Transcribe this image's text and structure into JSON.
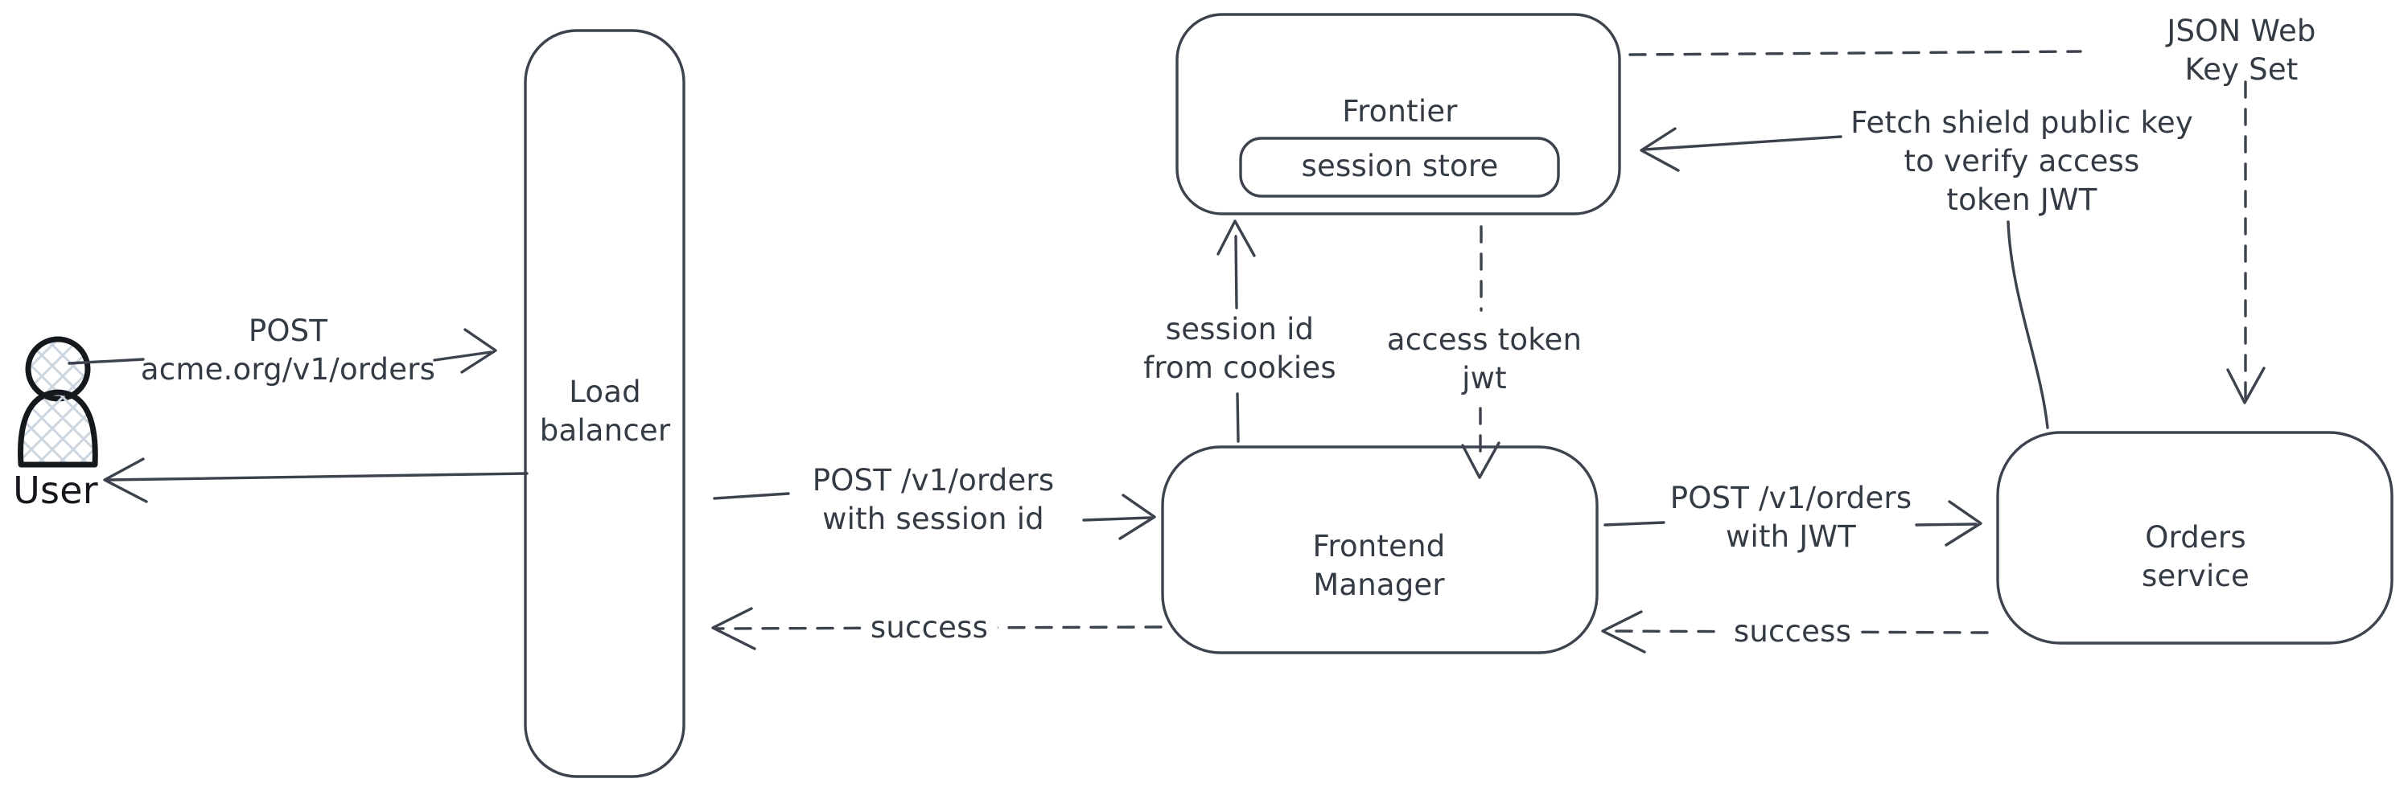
{
  "diagram": {
    "kind": "hand-drawn architecture / sequence diagram",
    "background": "#ffffff"
  },
  "colors": {
    "stroke": "#3c434e",
    "text": "#343b45",
    "user_icon_stroke": "#15181d",
    "user_icon_hatch": "#ccd6e1"
  },
  "nodes": {
    "user": {
      "label": "User"
    },
    "load_balancer": {
      "label": "Load\nbalancer"
    },
    "frontier": {
      "label": "Frontier"
    },
    "session_store": {
      "label": "session store"
    },
    "frontend_manager": {
      "label": "Frontend\nManager"
    },
    "orders_service": {
      "label": "Orders service"
    }
  },
  "edges": {
    "post_acme_orders": {
      "label": "POST\nacme.org/v1/orders",
      "style": "solid",
      "from": "user",
      "to": "load_balancer"
    },
    "lb_response": {
      "label": "",
      "style": "solid",
      "from": "load_balancer",
      "to": "user"
    },
    "post_with_session": {
      "label": "POST /v1/orders\nwith session id",
      "style": "solid",
      "from": "load_balancer",
      "to": "frontend_manager"
    },
    "success_to_lb": {
      "label": "success",
      "style": "dashed",
      "from": "frontend_manager",
      "to": "load_balancer"
    },
    "session_id_cookies": {
      "label": "session id\nfrom cookies",
      "style": "solid",
      "from": "frontend_manager",
      "to": "frontier"
    },
    "access_token_jwt": {
      "label": "access token\njwt",
      "style": "dashed",
      "from": "frontier",
      "to": "frontend_manager"
    },
    "post_with_jwt": {
      "label": "POST /v1/orders\nwith JWT",
      "style": "solid",
      "from": "frontend_manager",
      "to": "orders_service"
    },
    "success_to_fm": {
      "label": "success",
      "style": "dashed",
      "from": "orders_service",
      "to": "frontend_manager"
    },
    "fetch_public_key": {
      "label": "Fetch shield public key\nto verify access\ntoken JWT",
      "style": "solid",
      "from": "orders_service",
      "to": "frontier"
    },
    "jwks": {
      "label": "JSON Web Key Set",
      "style": "dashed",
      "from": "frontier",
      "to": "orders_service"
    }
  }
}
